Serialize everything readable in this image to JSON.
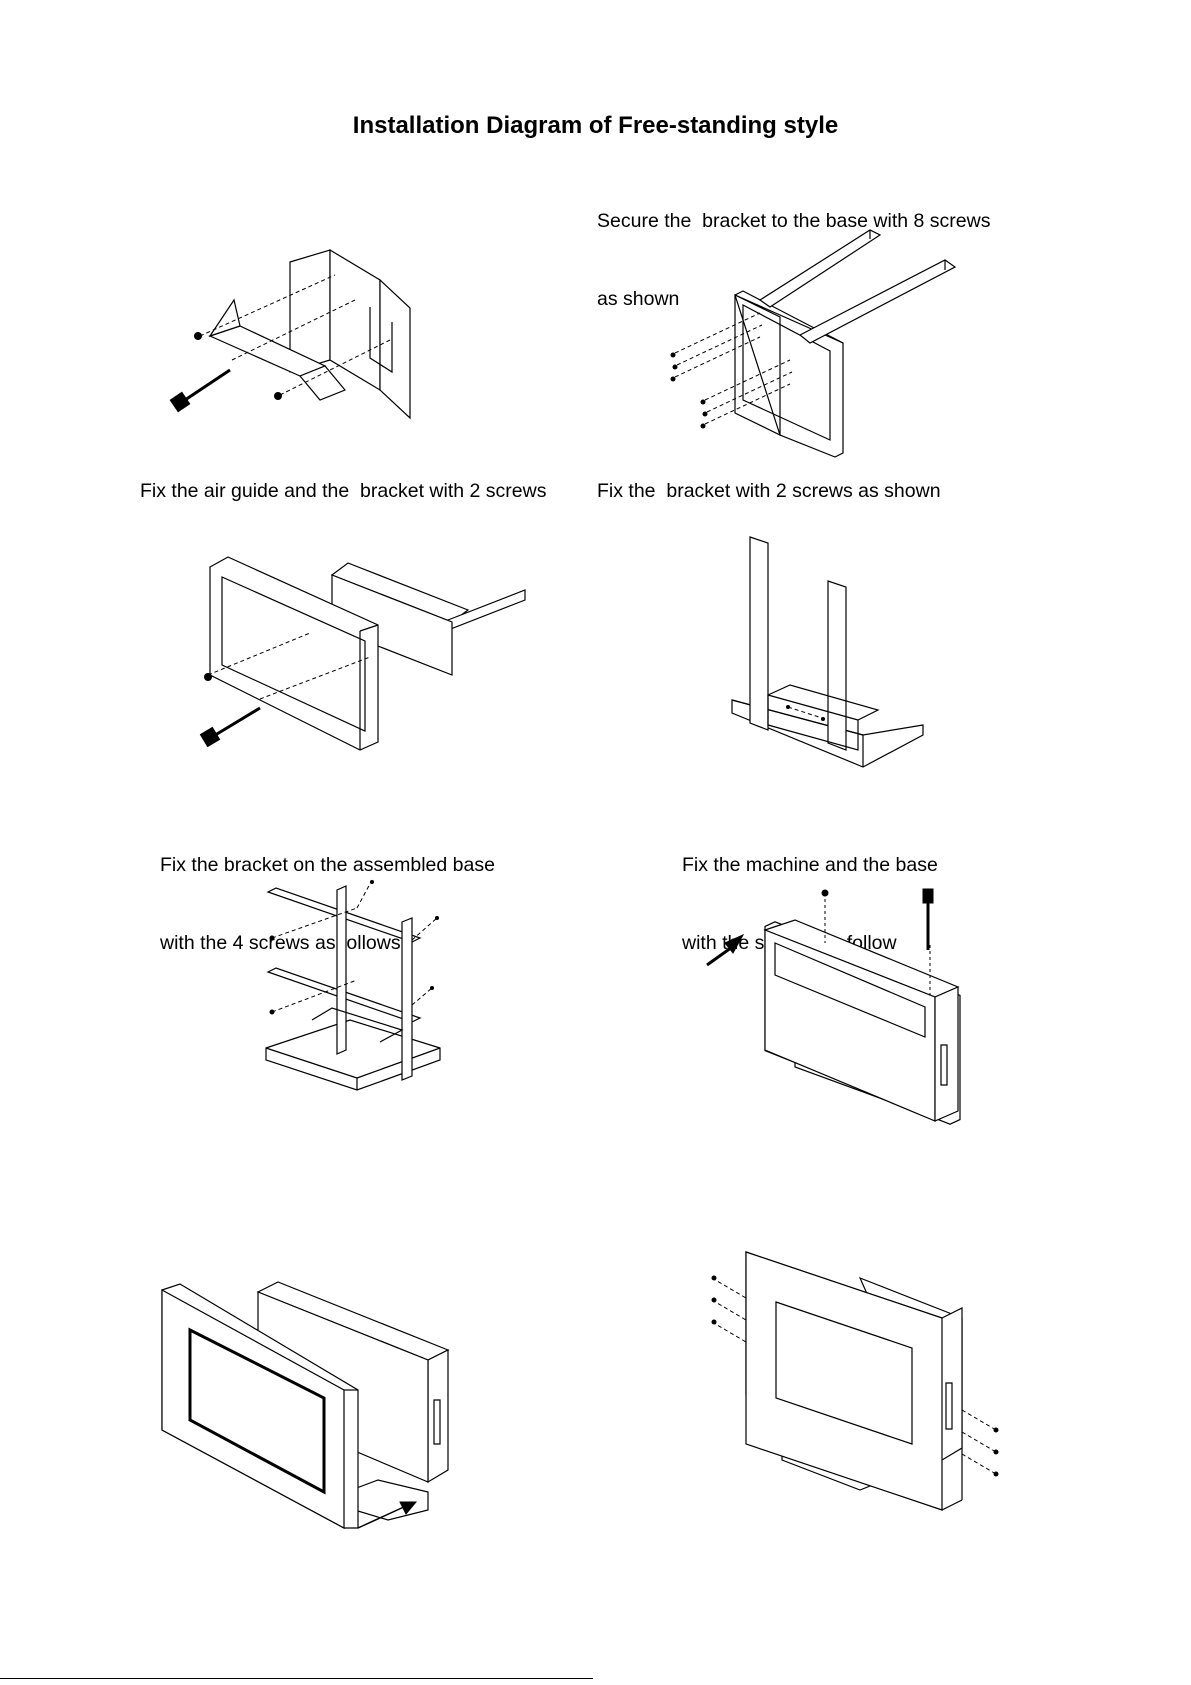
{
  "title": "Installation Diagram of Free-standing style",
  "steps": [
    {
      "caption": "Fix the air guide and the  bracket with 2 screws"
    },
    {
      "caption_line1": "Secure the  bracket to the base with 8 screws",
      "caption_line2": "as shown"
    },
    {
      "caption": "Fix the  bracket with 2 screws as shown"
    },
    {
      "caption_line1": "Fix the bracket on the assembled base",
      "caption_line2": "with the 4 screws as follows"
    },
    {
      "caption_line1": "Fix the machine and the base",
      "caption_line2": "with the screws as follow"
    }
  ]
}
